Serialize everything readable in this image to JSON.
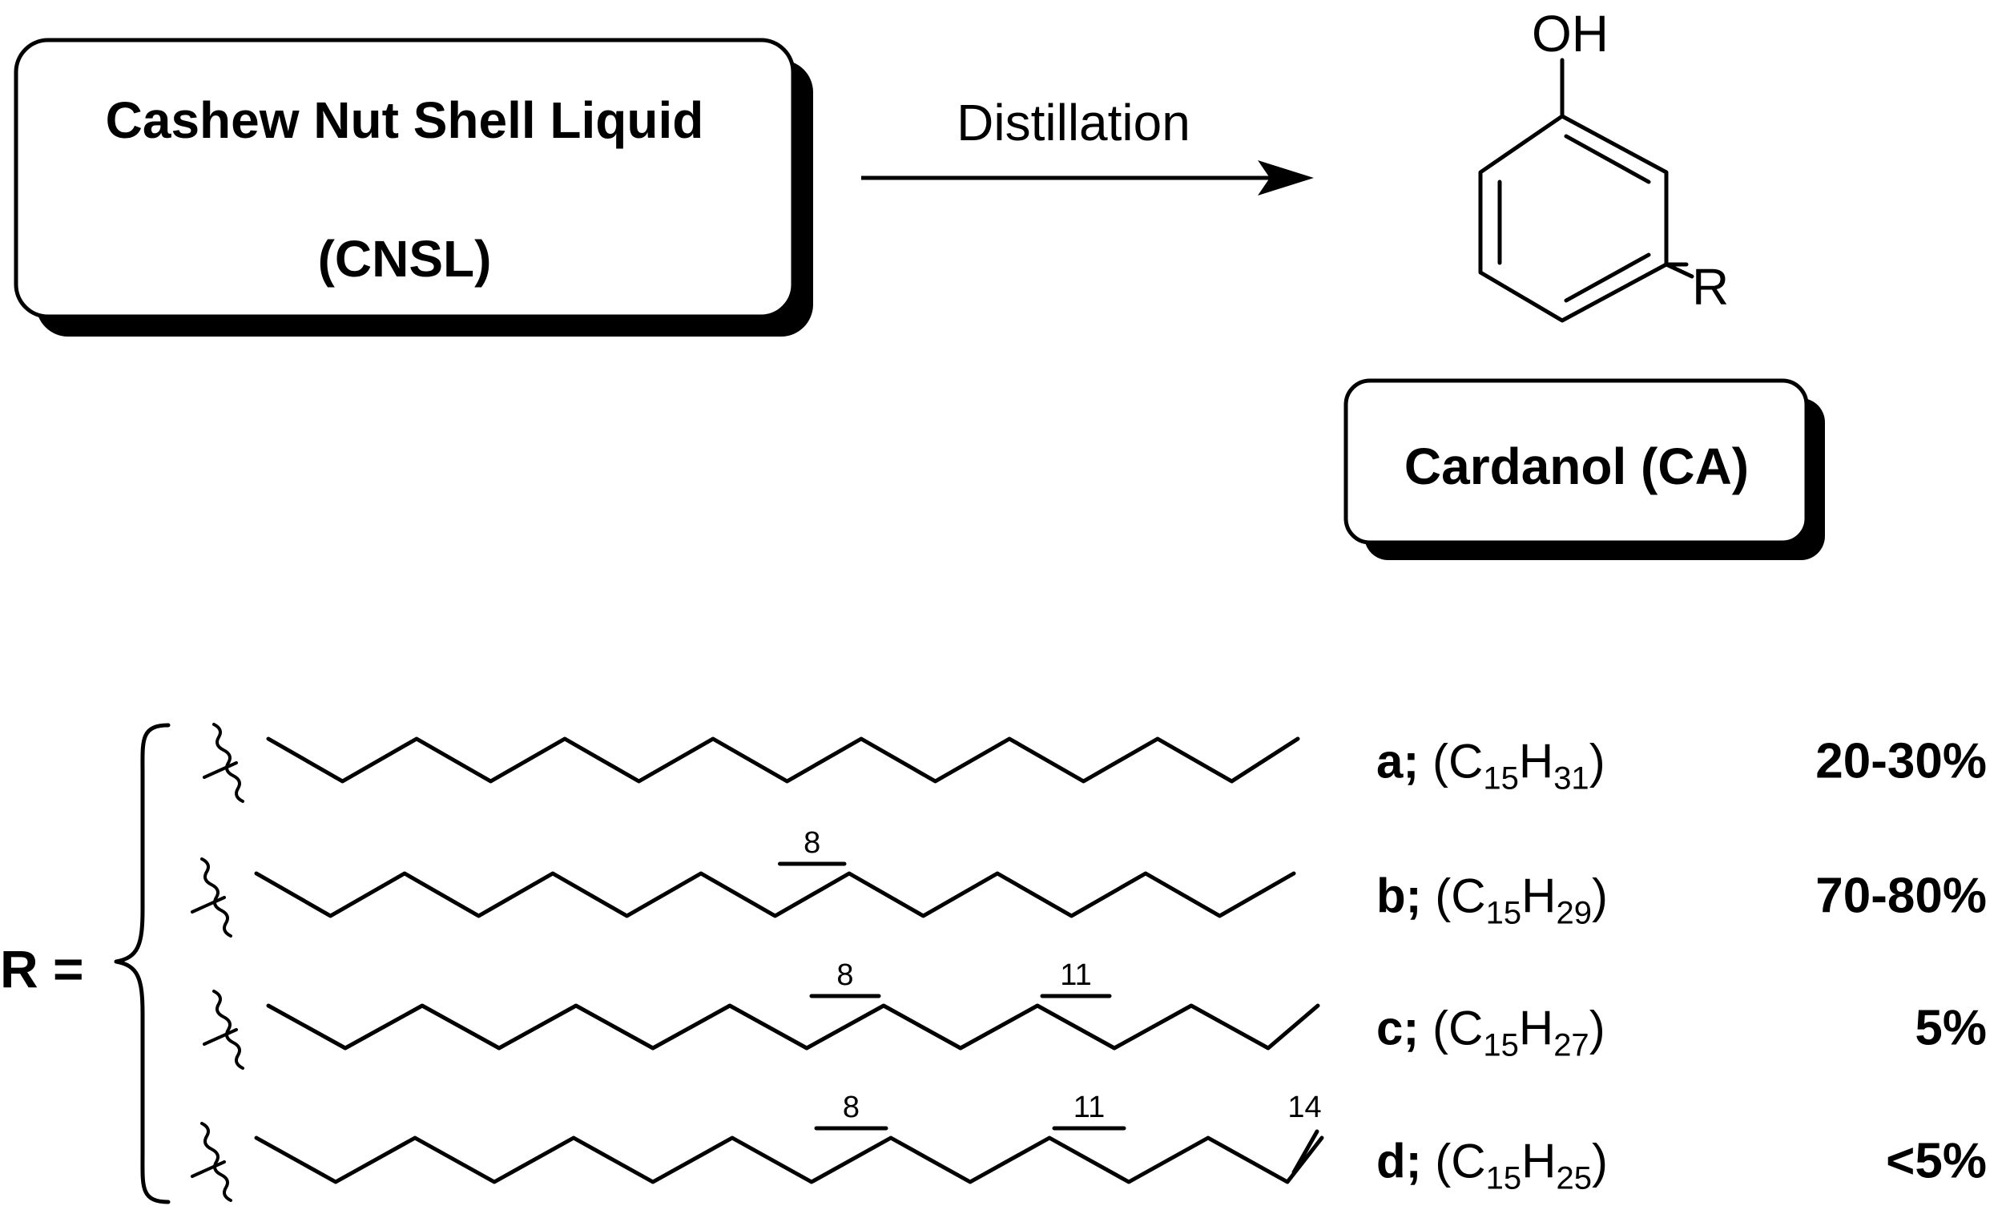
{
  "cnsl_box": {
    "line1": "Cashew Nut Shell Liquid",
    "line2": "(CNSL)"
  },
  "arrow": {
    "label": "Distillation"
  },
  "product": {
    "oh": "OH",
    "r": "R",
    "name": "Cardanol (CA)"
  },
  "r_group": {
    "prefix": "R =",
    "chains": [
      {
        "letter": "a;",
        "formula_open": "(C",
        "c_sub": "15",
        "h": "H",
        "h_sub": "31",
        "close": ")",
        "percent": "20-30%",
        "double_bonds": []
      },
      {
        "letter": "b;",
        "formula_open": "(C",
        "c_sub": "15",
        "h": "H",
        "h_sub": "29",
        "close": ")",
        "percent": "70-80%",
        "double_bonds": [
          "8"
        ]
      },
      {
        "letter": "c;",
        "formula_open": "(C",
        "c_sub": "15",
        "h": "H",
        "h_sub": "27",
        "close": ")",
        "percent": "5%",
        "double_bonds": [
          "8",
          "11"
        ]
      },
      {
        "letter": "d;",
        "formula_open": "(C",
        "c_sub": "15",
        "h": "H",
        "h_sub": "25",
        "close": ")",
        "percent": "<5%",
        "double_bonds": [
          "8",
          "11",
          "14"
        ]
      }
    ]
  }
}
